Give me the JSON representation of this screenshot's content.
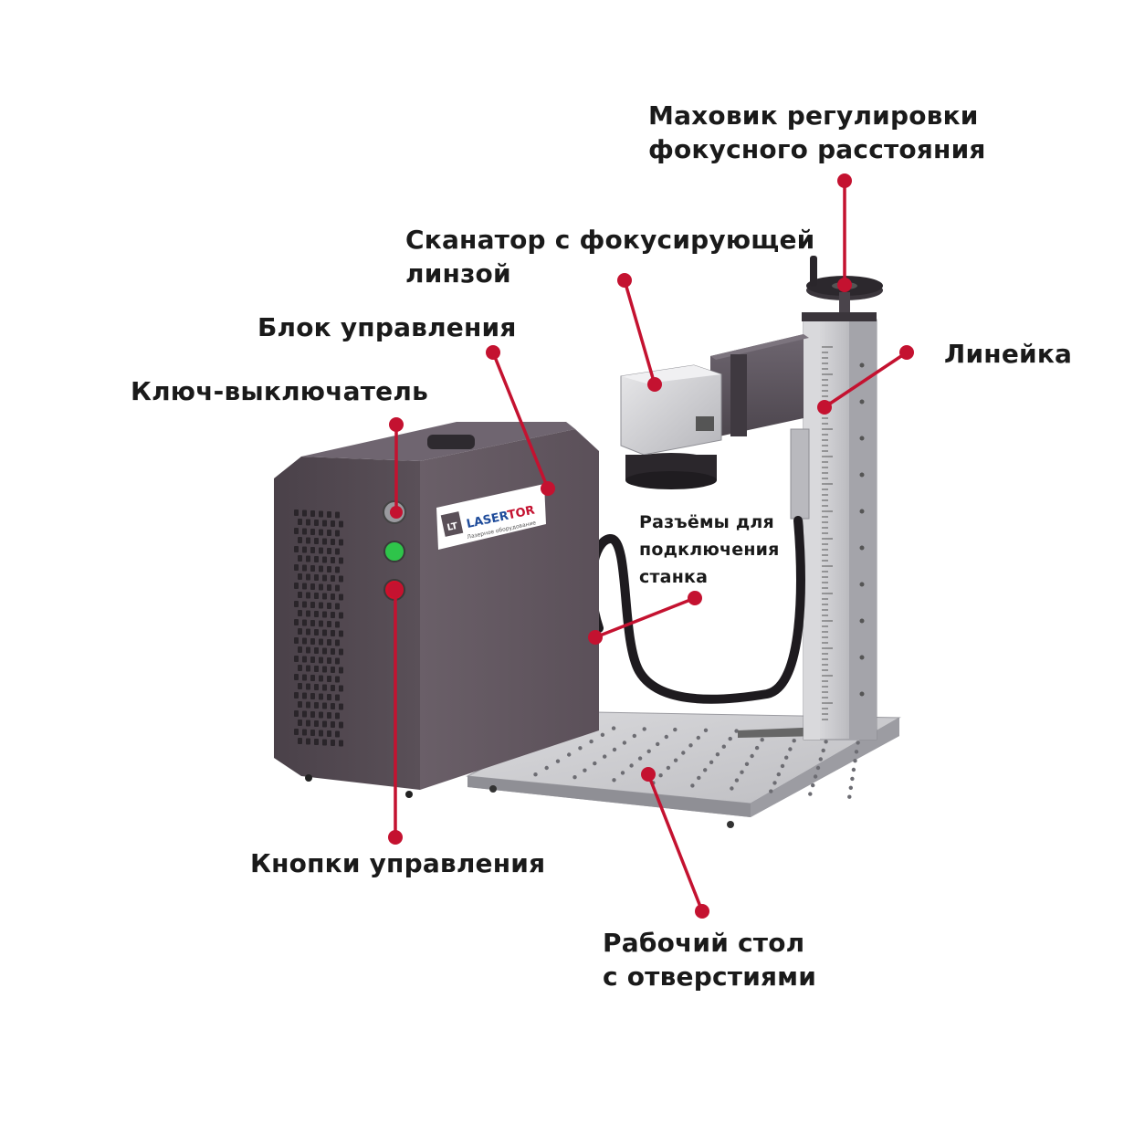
{
  "labels": {
    "handwheel": {
      "line1": "Маховик регулировки",
      "line2": "фокусного расстояния"
    },
    "scanner": {
      "line1": "Сканатор с фокусирующей",
      "line2": "линзой"
    },
    "control_unit": "Блок управления",
    "key_switch": "Ключ-выключатель",
    "ruler": "Линейка",
    "connectors": {
      "line1": "Разъёмы для",
      "line2": "подключения",
      "line3": "станка"
    },
    "control_buttons": "Кнопки управления",
    "work_table": {
      "line1": "Рабочий стол",
      "line2": "с отверстиями"
    }
  },
  "logo": {
    "brand_a": "LASER",
    "brand_b": "TOR",
    "monogram": "LT",
    "tagline": "Лазерное оборудование"
  },
  "colors": {
    "callout": "#c41230",
    "cabinet": "#5a5058",
    "steel": "#c8c8cc",
    "button_green": "#2ec44a",
    "button_red": "#d0102a"
  }
}
